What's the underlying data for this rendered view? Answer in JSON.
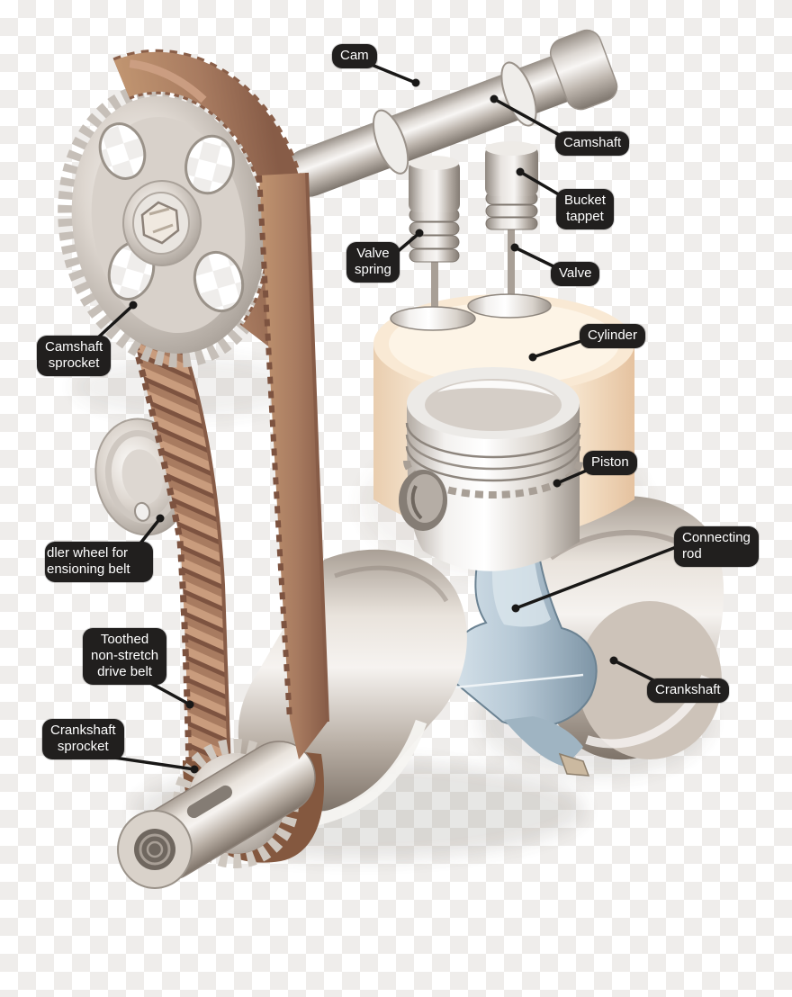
{
  "figure": {
    "description": "Cutaway diagram of an engine camshaft drive: toothed timing belt connecting camshaft sprocket and crankshaft sprocket, with valve train, piston and crankshaft"
  },
  "colors": {
    "label_bg": "#211f1e",
    "label_text": "#ffffff",
    "leader_line": "#191817",
    "belt": "#a87b60",
    "belt_dark": "#7d5340",
    "belt_light": "#c59a7d",
    "metal_light": "#f4f2ef",
    "metal_mid": "#c2bab2",
    "metal_dark": "#8d857d",
    "cylinder_cream": "#f7e3c9",
    "rod_blue": "#b7c9d6",
    "checker_white": "#ffffff",
    "checker_gray": "#efedeb"
  },
  "labels": {
    "cam": {
      "text": "Cam"
    },
    "camshaft": {
      "text": "Camshaft"
    },
    "bucket_tappet": {
      "line1": "Bucket",
      "line2": "tappet"
    },
    "valve_spring": {
      "line1": "Valve",
      "line2": "spring"
    },
    "valve": {
      "text": "Valve"
    },
    "cylinder": {
      "text": "Cylinder"
    },
    "camshaft_sprocket": {
      "line1": "Camshaft",
      "line2": "sprocket"
    },
    "piston": {
      "text": "Piston"
    },
    "idler_wheel": {
      "line1": "dler wheel for",
      "line2": "ensioning belt"
    },
    "connecting_rod": {
      "line1": "Connecting",
      "line2": "rod"
    },
    "toothed_belt": {
      "line1": "Toothed",
      "line2": "non-stretch",
      "line3": "drive belt"
    },
    "crankshaft": {
      "text": "Crankshaft"
    },
    "crankshaft_sprocket": {
      "line1": "Crankshaft",
      "line2": "sprocket"
    }
  }
}
